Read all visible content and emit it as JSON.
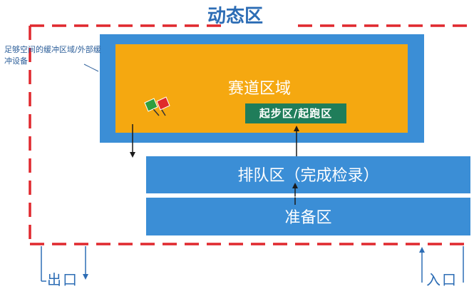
{
  "diagram": {
    "zone_title": "动态区",
    "buffer_note": "足够空间的缓冲区域/外部缓冲设备",
    "track_area": "赛道区域",
    "start_area": "起步区/起跑区",
    "queue_area": "排队区（完成检录）",
    "prep_area": "准备区",
    "exit": "出口",
    "entrance": "入口"
  },
  "colors": {
    "boundary": "#e0282e",
    "outer_blue": "#3b8ed6",
    "track_orange": "#f5a810",
    "start_green": "#1f7d5a",
    "arrow": "#1a1a1a",
    "flag_green": "#2e9e3e",
    "flag_red": "#e02b2b"
  }
}
